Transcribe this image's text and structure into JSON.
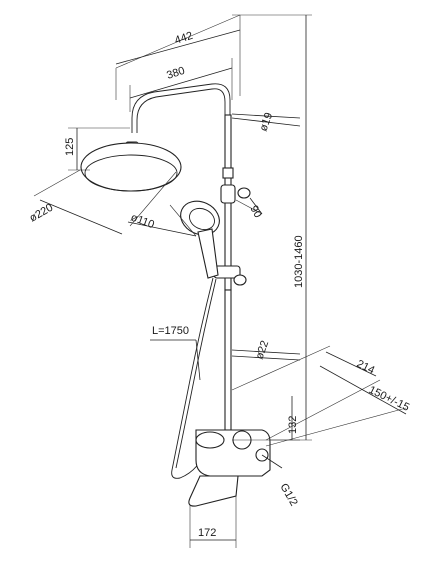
{
  "dimensions": {
    "width_total": "442",
    "arm_length": "380",
    "pipe_diameter": "ø19",
    "head_height": "125",
    "head_diameter": "ø220",
    "hand_shower_diameter": "ø110",
    "hand_shower_holder": "90",
    "height_range": "1030-1460",
    "hose_length": "L=1750",
    "lower_pipe_diameter": "ø22",
    "wall_distance": "214",
    "centers": "150+/-15",
    "mixer_height": "132",
    "thread": "G1/2",
    "spout_width": "172"
  }
}
